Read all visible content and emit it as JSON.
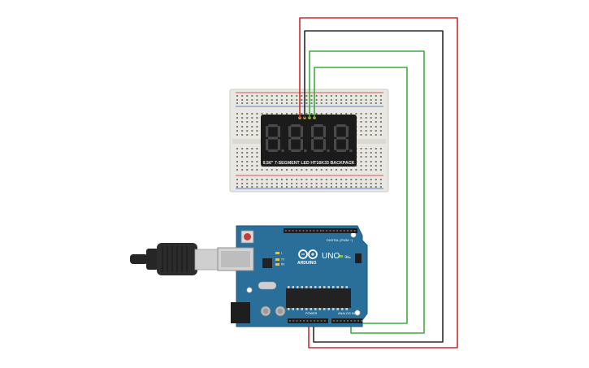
{
  "colors": {
    "wire_red": "#d42a2a",
    "wire_black": "#2b2b2b",
    "wire_green": "#3cae3c",
    "breadboard": "#e9e7e1",
    "breadboard_rail_red": "#d42a2a",
    "breadboard_rail_blue": "#2e5fb5",
    "display_body": "#1b1b1b",
    "segment_off": "#4a4a4a",
    "arduino_board": "#2a6e9a",
    "arduino_chip": "#222222",
    "usb_cable": "#262626"
  },
  "display": {
    "digits": "8.8.8.8.",
    "label": "0.56\" 7-SEGMENT LED HT16K33 BACKPACK"
  },
  "arduino": {
    "brand": "ARDUINO",
    "model": "UNO",
    "digital_label": "DIGITAL (PWM ~)",
    "power_label": "POWER",
    "analog_label": "ANALOG IN",
    "led_tx": "TX",
    "led_rx": "RX",
    "led_l": "L",
    "led_on": "ON",
    "icsp": "ICSP"
  },
  "wires": [
    {
      "color": "red",
      "from": "display-vcc",
      "to": "arduino-5v"
    },
    {
      "color": "black",
      "from": "display-gnd",
      "to": "arduino-gnd"
    },
    {
      "color": "green",
      "from": "display-sda",
      "to": "arduino-a4"
    },
    {
      "color": "green",
      "from": "display-scl",
      "to": "arduino-a5"
    }
  ]
}
